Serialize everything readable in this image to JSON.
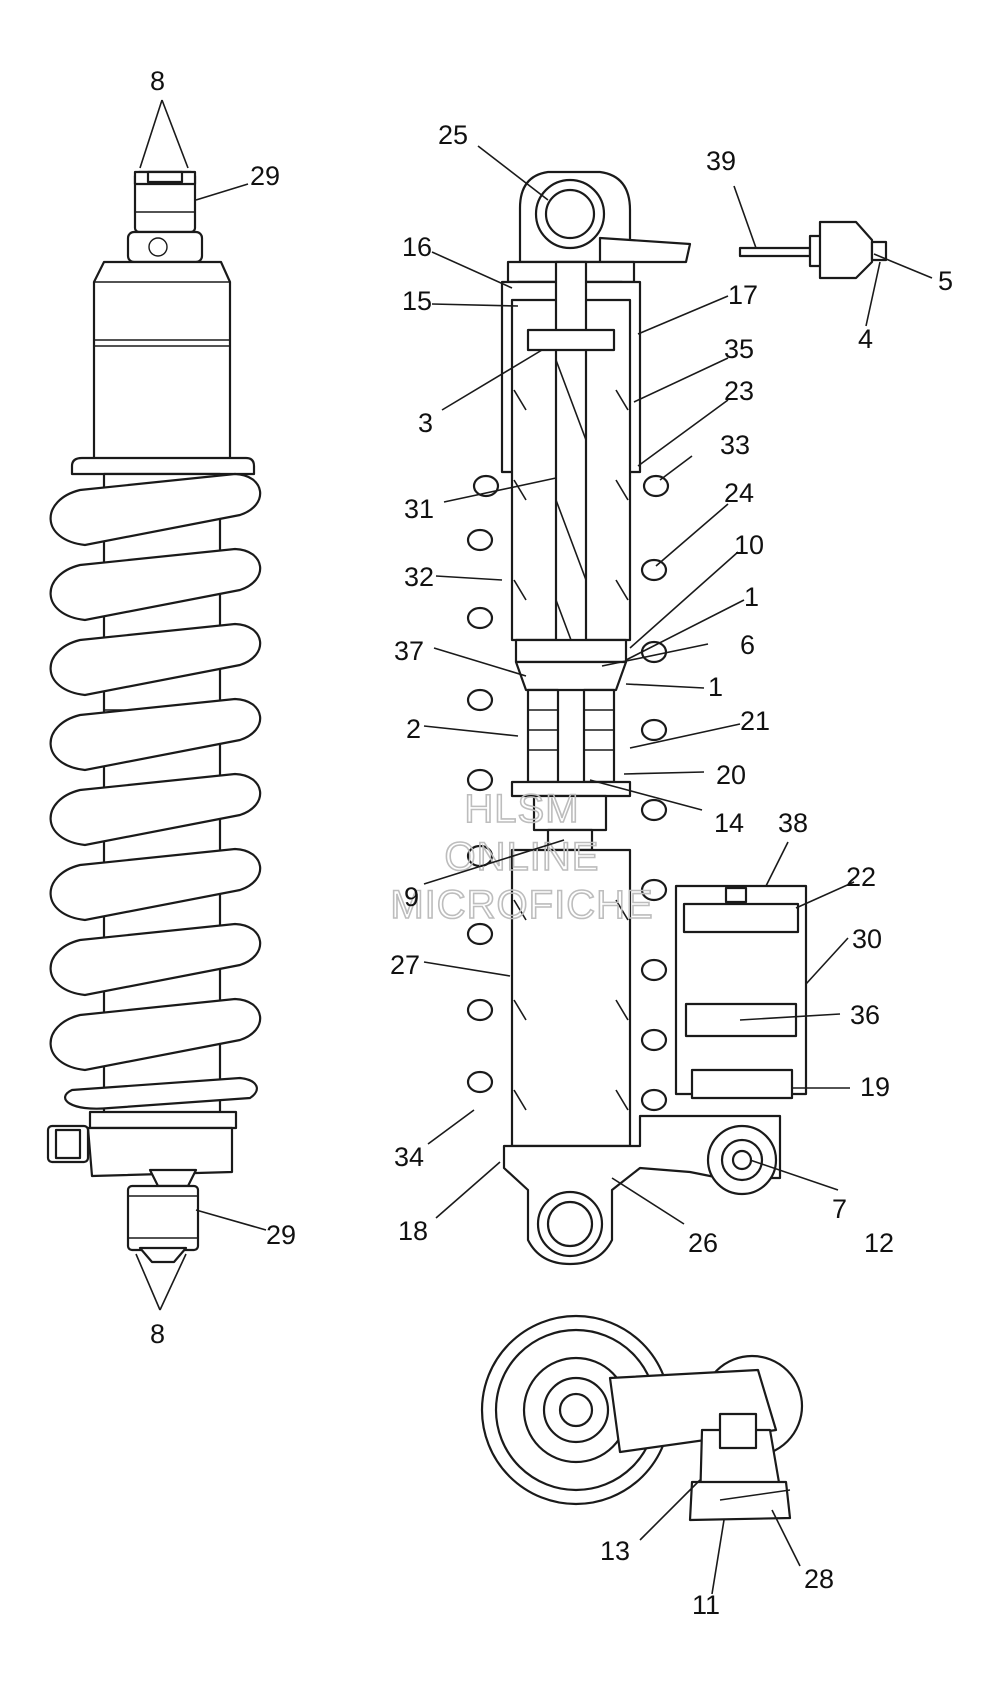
{
  "watermark": {
    "line1": "HLSM",
    "line2": "ONLINE",
    "line3": "MICROFICHE"
  },
  "callouts": {
    "c8_top": "8",
    "c29_top": "29",
    "c29_bottom": "29",
    "c8_bottom": "8",
    "c25": "25",
    "c39": "39",
    "c16": "16",
    "c15": "15",
    "c17": "17",
    "c5": "5",
    "c4": "4",
    "c35": "35",
    "c3": "3",
    "c23": "23",
    "c33": "33",
    "c31": "31",
    "c24": "24",
    "c10": "10",
    "c32": "32",
    "c1a": "1",
    "c37": "37",
    "c6": "6",
    "c1b": "1",
    "c2": "2",
    "c21": "21",
    "c20": "20",
    "c14": "14",
    "c38": "38",
    "c9": "9",
    "c22": "22",
    "c27": "27",
    "c30": "30",
    "c36": "36",
    "c19": "19",
    "c34": "34",
    "c7": "7",
    "c18": "18",
    "c26": "26",
    "c12": "12",
    "c13": "13",
    "c28": "28",
    "c11": "11"
  }
}
